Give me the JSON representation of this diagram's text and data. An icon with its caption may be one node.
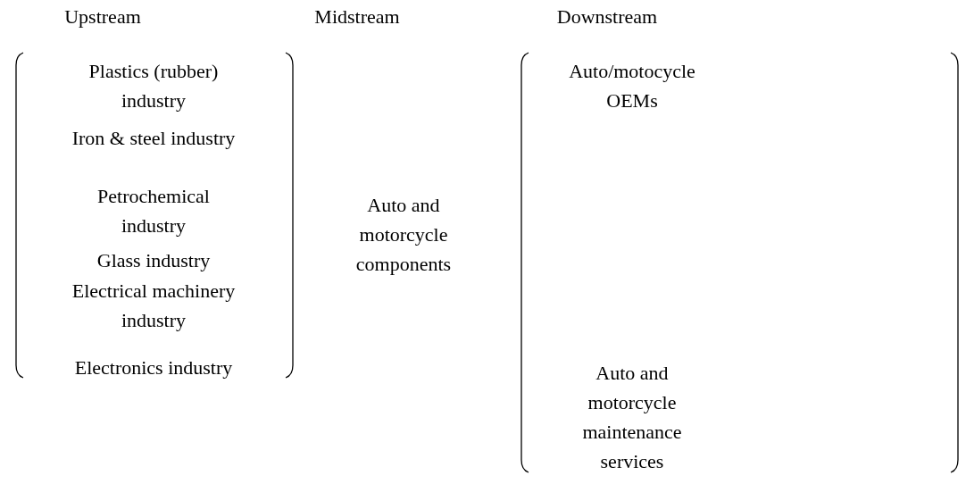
{
  "diagram": {
    "nodes": [
      {
        "text": [],
        "shape": "bracket"
      },
      {
        "text": [
          "Plastics (rubber) industry"
        ],
        "in": 0
      },
      {
        "text": [
          "Iron & steel industry"
        ],
        "in": 0
      },
      {
        "text": [
          "Petrochemical industry"
        ],
        "in": 0
      },
      {
        "text": [
          "Glass industry"
        ],
        "in": 0
      },
      {
        "text": [
          "Electrical machinery industry"
        ],
        "in": 0
      },
      {
        "text": [
          "Electronics industry"
        ],
        "in": 0
      },
      {
        "text": [
          "Auto and motorcycle components"
        ]
      },
      {
        "text": [],
        "shape": "bracket"
      },
      {
        "text": [
          "Auto/motocycle OEMs"
        ],
        "in": 8
      },
      {
        "text": [
          "Auto and motorcycle maintenance services"
        ],
        "in": 8
      }
    ],
    "labels": [
      "Upstream",
      "Midstream",
      "Downstream"
    ]
  }
}
